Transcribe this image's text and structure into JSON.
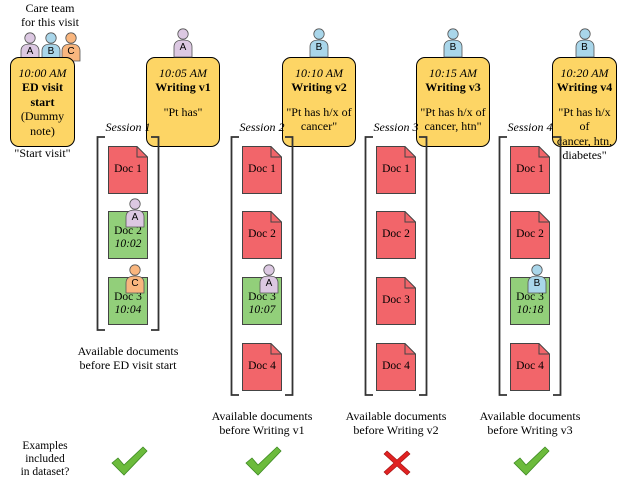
{
  "care_team_label": "Care team\nfor this visit",
  "colors": {
    "card": "#fdd565",
    "doc_red": "#f2656a",
    "doc_green": "#92cf7a",
    "clinician_A": "#dcc8e2",
    "clinician_B": "#a9d6ea",
    "clinician_C": "#f9b67e",
    "check": "#6cbb3c",
    "cross": "#e02222"
  },
  "care_team": [
    {
      "id": "A",
      "label": "A",
      "color": "#dcc8e2"
    },
    {
      "id": "B",
      "label": "B",
      "color": "#a9d6ea"
    },
    {
      "id": "C",
      "label": "C",
      "color": "#f9b67e"
    }
  ],
  "events": [
    {
      "time": "10:00 AM",
      "title": "ED visit start",
      "subtitle": "(Dummy note)",
      "note": "\"Start visit\"",
      "author": null
    },
    {
      "time": "10:05 AM",
      "title": "Writing v1",
      "subtitle": "",
      "note": "\"Pt has\"",
      "author": "A"
    },
    {
      "time": "10:10 AM",
      "title": "Writing v2",
      "subtitle": "",
      "note": "\"Pt has h/x of\ncancer\"",
      "author": "B"
    },
    {
      "time": "10:15 AM",
      "title": "Writing v3",
      "subtitle": "",
      "note": "\"Pt has h/x of\ncancer, htn\"",
      "author": "B"
    },
    {
      "time": "10:20 AM",
      "title": "Writing v4",
      "subtitle": "",
      "note": "\"Pt has h/x of\ncancer, htn,\ndiabetes\"",
      "author": "B"
    }
  ],
  "sessions": [
    {
      "label": "Session 1",
      "caption": "Available documents\nbefore ED visit start",
      "included": true,
      "docs": [
        {
          "name": "Doc 1",
          "time": "",
          "state": "red",
          "author": null
        },
        {
          "name": "Doc 2",
          "time": "10:02",
          "state": "green",
          "author": "A"
        },
        {
          "name": "Doc 3",
          "time": "10:04",
          "state": "green",
          "author": "C"
        }
      ]
    },
    {
      "label": "Session 2",
      "caption": "Available documents\nbefore Writing v1",
      "included": true,
      "docs": [
        {
          "name": "Doc 1",
          "time": "",
          "state": "red",
          "author": null
        },
        {
          "name": "Doc 2",
          "time": "",
          "state": "red",
          "author": null
        },
        {
          "name": "Doc 3",
          "time": "10:07",
          "state": "green",
          "author": "A"
        },
        {
          "name": "Doc 4",
          "time": "",
          "state": "red",
          "author": null
        }
      ]
    },
    {
      "label": "Session 3",
      "caption": "Available documents\nbefore Writing v2",
      "included": false,
      "docs": [
        {
          "name": "Doc 1",
          "time": "",
          "state": "red",
          "author": null
        },
        {
          "name": "Doc 2",
          "time": "",
          "state": "red",
          "author": null
        },
        {
          "name": "Doc 3",
          "time": "",
          "state": "red",
          "author": null
        },
        {
          "name": "Doc 4",
          "time": "",
          "state": "red",
          "author": null
        }
      ]
    },
    {
      "label": "Session 4",
      "caption": "Available documents\nbefore Writing v3",
      "included": true,
      "docs": [
        {
          "name": "Doc 1",
          "time": "",
          "state": "red",
          "author": null
        },
        {
          "name": "Doc 2",
          "time": "",
          "state": "red",
          "author": null
        },
        {
          "name": "Doc 3",
          "time": "10:18",
          "state": "green",
          "author": "B"
        },
        {
          "name": "Doc 4",
          "time": "",
          "state": "red",
          "author": null
        }
      ]
    }
  ],
  "examples_label": "Examples\nincluded\nin dataset?",
  "icons": {
    "clinician": "person-icon",
    "document": "document-icon",
    "included": "check-icon",
    "excluded": "cross-icon"
  }
}
